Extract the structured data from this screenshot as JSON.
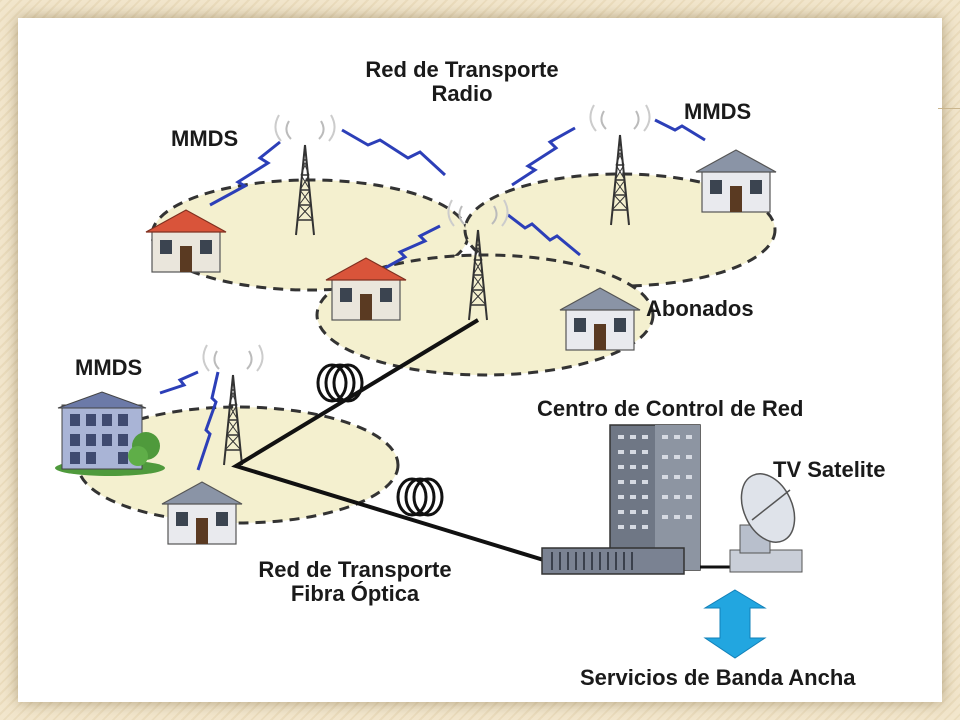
{
  "labels": {
    "radio_title_line1": "Red de Transporte",
    "radio_title_line2": "Radio",
    "mmds_top_left": "MMDS",
    "mmds_top_right": "MMDS",
    "mmds_left": "MMDS",
    "abonados": "Abonados",
    "control_center": "Centro de Control de Red",
    "tv_satellite": "TV Satelite",
    "fiber_title_line1": "Red de Transporte",
    "fiber_title_line2": "Fibra Óptica",
    "broadband": "Servicios de Banda Ancha"
  },
  "colors": {
    "cell_fill": "#f4f0cf",
    "cell_border": "#333333",
    "radio_link": "#2c3fb8",
    "fiber": "#111111",
    "building": "#6f7785",
    "arrow": "#22a6e0"
  }
}
